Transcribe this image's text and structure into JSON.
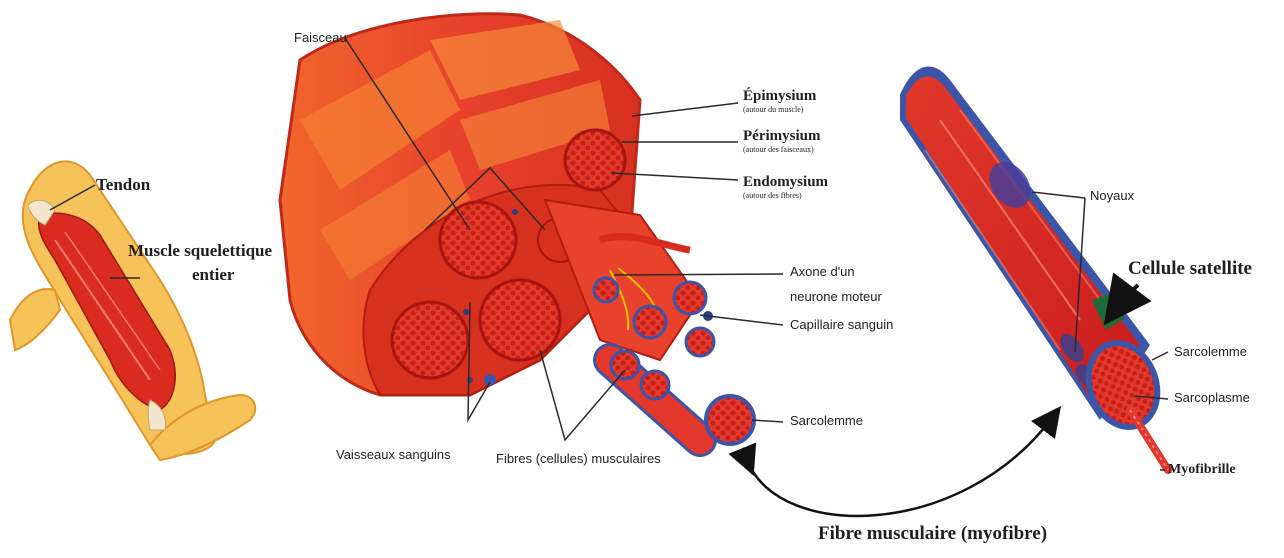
{
  "labels": {
    "tendon": "Tendon",
    "muscle_entier_l1": "Muscle squelettique",
    "muscle_entier_l2": "entier",
    "faisceau": "Faisceau",
    "epimysium": "Épimysium",
    "epimysium_sub": "(autour du muscle)",
    "perimysium": "Périmysium",
    "perimysium_sub": "(autour des faisceaux)",
    "endomysium": "Endomysium",
    "endomysium_sub": "(autour des fibres)",
    "axone_l1": "Axone d'un",
    "axone_l2": "neurone moteur",
    "capillaire": "Capillaire sanguin",
    "sarcolemme_mid": "Sarcolemme",
    "vaisseaux": "Vaisseaux sanguins",
    "fibres": "Fibres (cellules) musculaires",
    "noyaux": "Noyaux",
    "cellule_satellite": "Cellule satellite",
    "sarcolemme_right": "Sarcolemme",
    "sarcoplasme": "Sarcoplasme",
    "myofibrille": "Myofibrille",
    "fibre_musculaire": "Fibre musculaire (myofibre)"
  },
  "colors": {
    "muscle_red": "#d92b20",
    "muscle_orange": "#f36a2c",
    "fascicle": "#e8412c",
    "membrane_blue": "#3b55a8",
    "skin": "#f6c35a",
    "tendon": "#f3e6cf",
    "satellite": "#1f6a3a",
    "line": "#2a2a2a"
  }
}
